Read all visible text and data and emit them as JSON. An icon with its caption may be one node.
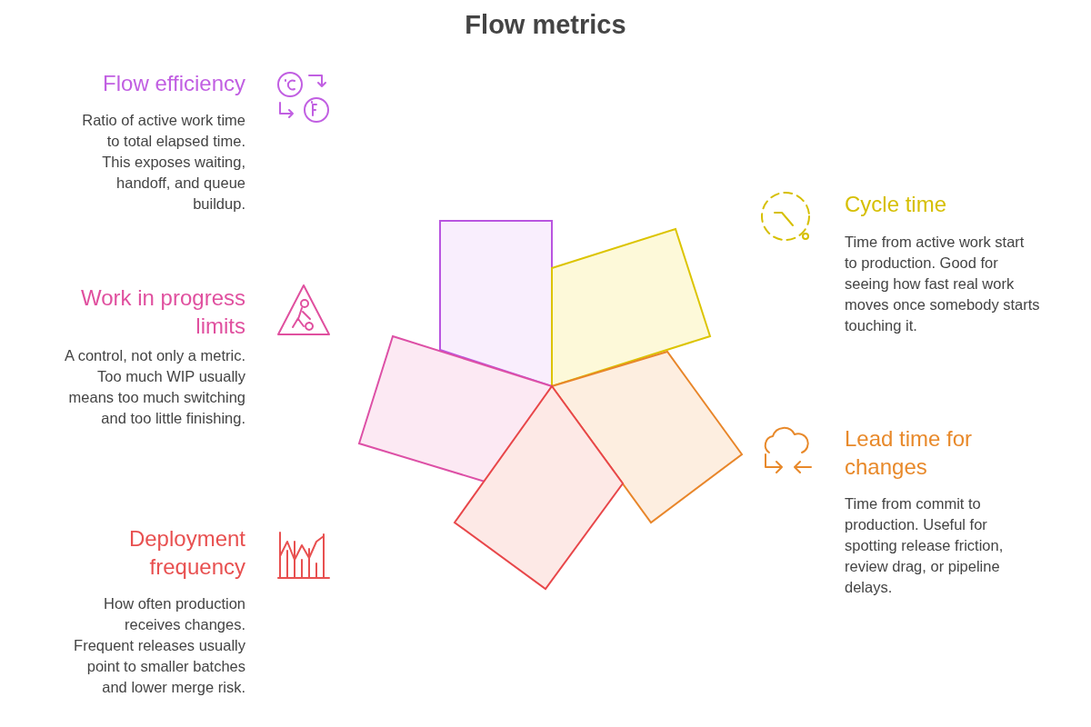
{
  "diagram": {
    "title": "Flow metrics",
    "labels": [
      "Flow efficiency",
      "Ratio of active work time to total elapsed time. This exposes waiting, handoff, and queue buildup.",
      "Cycle time",
      "Time from active work start to production. Good for seeing how fast real work moves once somebody starts touching it.",
      "Work in progress limits",
      "A control, not only a metric. Too much WIP usually means too much switching and too little finishing.",
      "Lead time for changes",
      "Time from commit to production. Useful for spotting release friction, review drag, or pipeline delays.",
      "Deployment frequency",
      "How often production receives changes. Frequent releases usually point to smaller batches and lower merge risk."
    ]
  }
}
